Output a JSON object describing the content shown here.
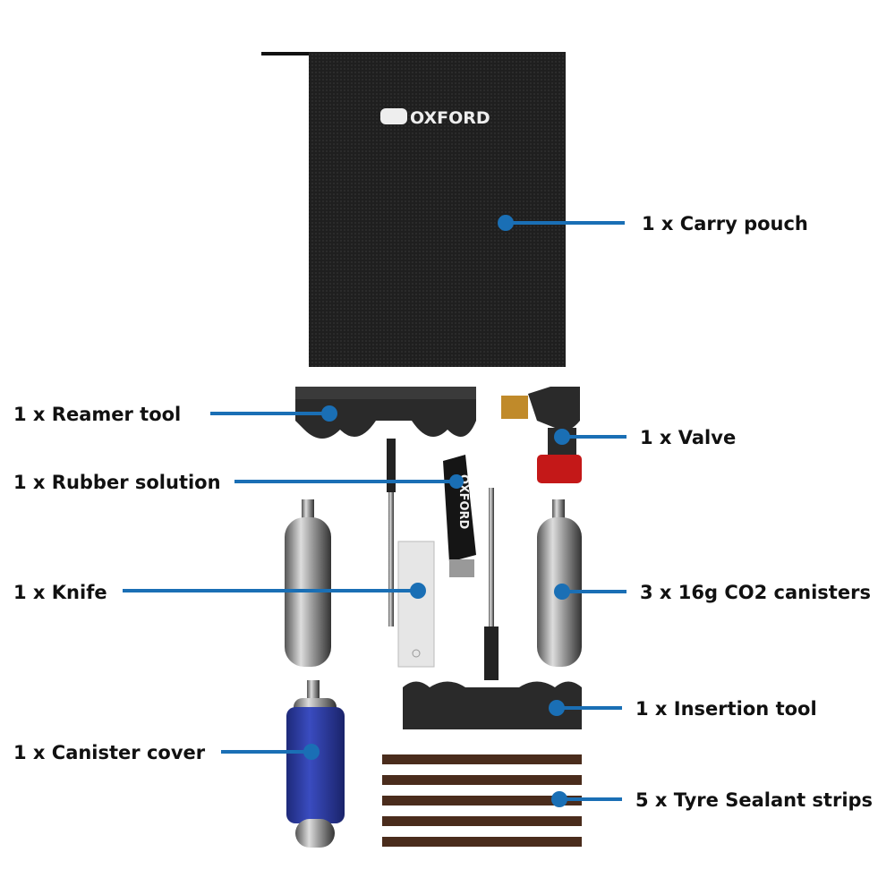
{
  "brand": "OXFORD",
  "colors": {
    "callout": "#1a6fb5",
    "pouch": "#1f1f1f",
    "tool": "#2a2a2a",
    "cover": "#2c3a9e",
    "strip": "#4a2c1c",
    "valve_red": "#c41818",
    "valve_gold": "#c08a2a"
  },
  "labels": {
    "carry_pouch": "1 x Carry pouch",
    "reamer": "1 x Reamer tool",
    "valve": "1 x Valve",
    "rubber": "1 x Rubber solution",
    "knife": "1 x Knife",
    "canisters": "3 x 16g CO2 canisters",
    "insertion": "1 x Insertion tool",
    "cover": "1 x Canister cover",
    "strips": "5 x Tyre Sealant strips"
  }
}
